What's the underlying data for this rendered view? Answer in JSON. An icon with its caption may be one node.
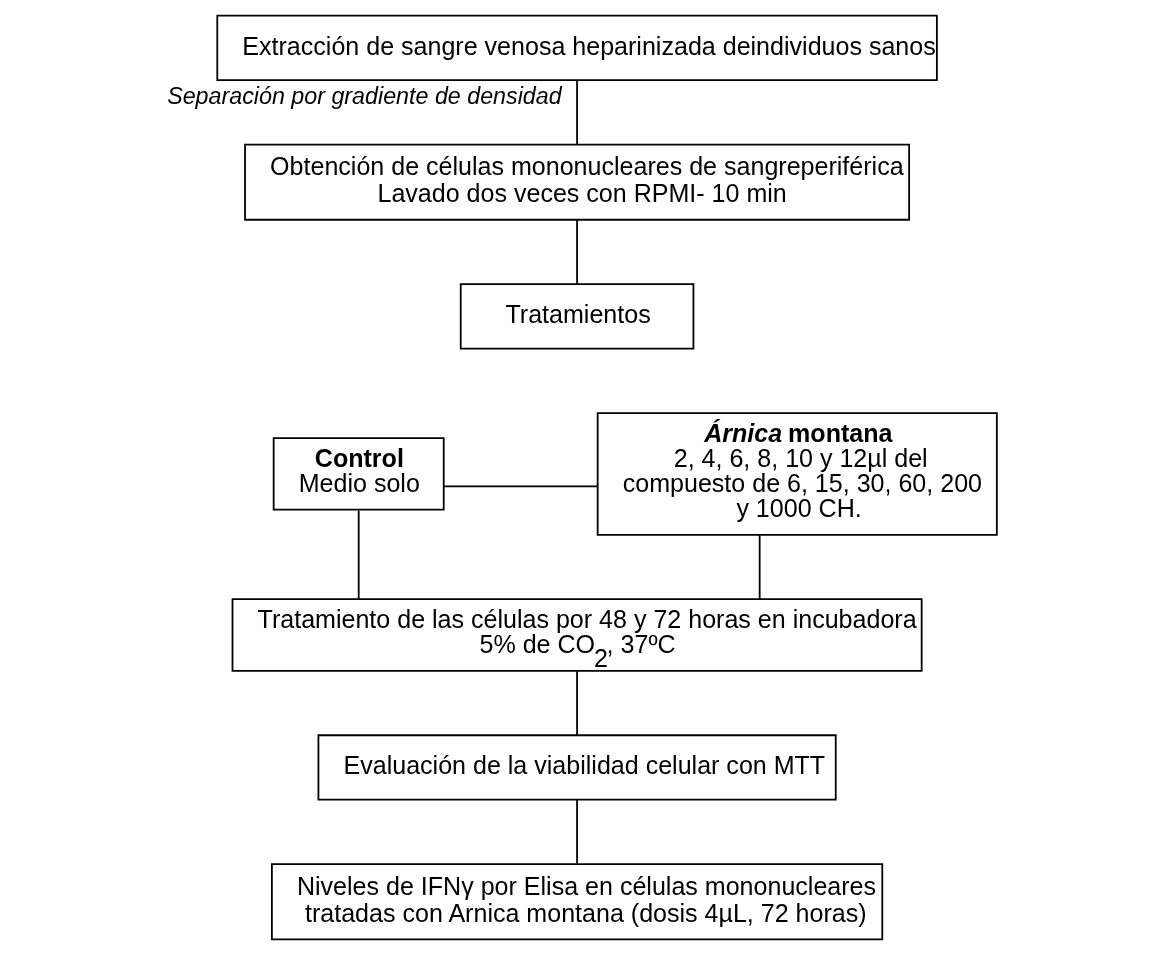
{
  "diagram": {
    "nodes": [
      {
        "text": [
          "Extracción de sangre venosa heparinizada deindividuos sanos"
        ]
      },
      {
        "text": [
          "Obtención de células mononucleares de sangreperiférica",
          "Lavado dos veces con RPMI- 10 min"
        ]
      },
      {
        "text": [
          "Tratamientos"
        ]
      },
      {
        "text": [
          "Control",
          "Medio solo"
        ]
      },
      {
        "text": [
          "*Árnica* montana",
          "2, 4, 6, 8, 10 y 12µl del compuesto de 6, 15, 30, 60, 200 y 1000 CH."
        ]
      },
      {
        "text": [
          "Tratamiento de las células por 48 y 72 horas en incubadora",
          "5% de CO$_{2}$, 37ºC"
        ]
      },
      {
        "text": [
          "Evaluación de la viabilidad celular con MTT"
        ]
      },
      {
        "text": [
          "Niveles de IFNγ por Elisa en células mononucleares tratadas con Arnica montana (dosis 4µL, 72 horas)"
        ]
      }
    ],
    "edges": [
      {
        "from": 0,
        "to": 1,
        "arrow": "none",
        "label": "Separación por gradiente de densidad"
      },
      {
        "from": 1,
        "to": 2,
        "arrow": "none"
      },
      {
        "from": 3,
        "to": 4,
        "arrow": "none"
      },
      {
        "from": 3,
        "to": 5,
        "arrow": "none"
      },
      {
        "from": 4,
        "to": 5,
        "arrow": "none"
      },
      {
        "from": 5,
        "to": 6,
        "arrow": "none"
      },
      {
        "from": 6,
        "to": 7,
        "arrow": "none"
      }
    ]
  }
}
